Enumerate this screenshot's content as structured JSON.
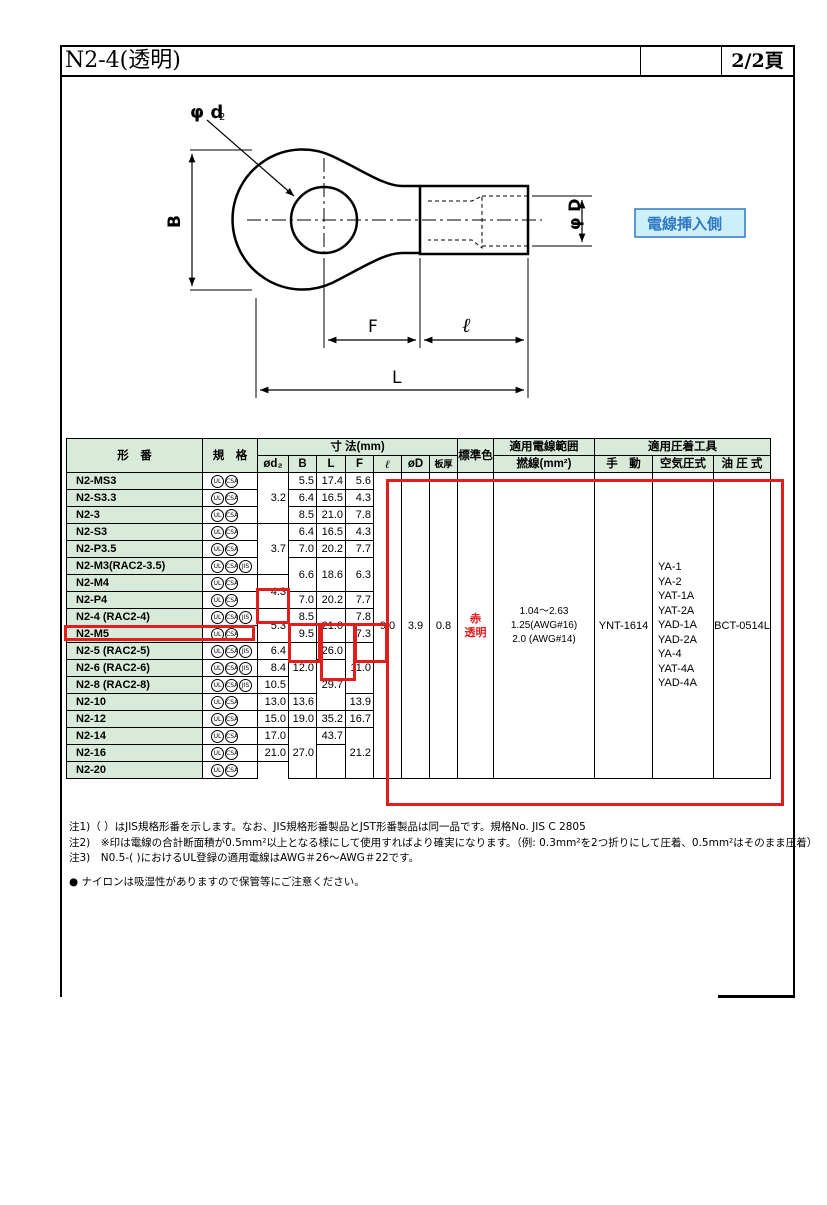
{
  "header": {
    "title": "N2-4(透明)",
    "page": "2/2頁"
  },
  "diagram": {
    "label_d2": "φ d",
    "label_d2_sub": "2",
    "label_B": "B",
    "label_D": "φ D",
    "label_F": "F",
    "label_l": "ℓ",
    "label_L": "L",
    "badge": "電線挿入側",
    "badge_color": "#2e78c4",
    "badge_bg": "#cdeefb"
  },
  "table": {
    "head": {
      "model": "形　番",
      "standard": "規　格",
      "dimensions": "寸 法(mm)",
      "d2": "ød₂",
      "B": "B",
      "L": "L",
      "F": "F",
      "l": "ℓ",
      "D": "øD",
      "thickness": "板厚",
      "color": "標準色",
      "wire": "適用電線範囲",
      "wire_sub": "撚線(mm²)",
      "tools": "適用圧着工具",
      "manual": "手　動",
      "air": "空気圧式",
      "hydraulic": "油 圧 式"
    },
    "rows": [
      {
        "model": "N2-MS3",
        "std": [
          "UL",
          "CSA"
        ]
      },
      {
        "model": "N2-S3.3",
        "std": [
          "UL",
          "CSA"
        ]
      },
      {
        "model": "N2-3",
        "std": [
          "UL",
          "CSA"
        ]
      },
      {
        "model": "N2-S3",
        "std": [
          "UL",
          "CSA"
        ]
      },
      {
        "model": "N2-P3.5",
        "std": [
          "UL",
          "CSA"
        ]
      },
      {
        "model": "N2-M3(RAC2-3.5)",
        "std": [
          "UL",
          "CSA",
          "JIS"
        ]
      },
      {
        "model": "N2-M4",
        "std": [
          "UL",
          "CSA"
        ]
      },
      {
        "model": "N2-P4",
        "std": [
          "UL",
          "CSA"
        ]
      },
      {
        "model": "N2-4 (RAC2-4)",
        "std": [
          "UL",
          "CSA",
          "JIS"
        ]
      },
      {
        "model": "N2-M5",
        "std": [
          "UL",
          "CSA"
        ]
      },
      {
        "model": "N2-5 (RAC2-5)",
        "std": [
          "UL",
          "CSA",
          "JIS"
        ]
      },
      {
        "model": "N2-6 (RAC2-6)",
        "std": [
          "UL",
          "CSA",
          "JIS"
        ]
      },
      {
        "model": "N2-8 (RAC2-8)",
        "std": [
          "UL",
          "CSA",
          "JIS"
        ]
      },
      {
        "model": "N2-10",
        "std": [
          "UL",
          "CSA"
        ]
      },
      {
        "model": "N2-12",
        "std": [
          "UL",
          "CSA"
        ]
      },
      {
        "model": "N2-14",
        "std": [
          "UL",
          "CSA"
        ]
      },
      {
        "model": "N2-16",
        "std": [
          "UL",
          "CSA"
        ]
      },
      {
        "model": "N2-20",
        "std": [
          "UL",
          "CSA"
        ]
      }
    ],
    "d2": [
      "3.2",
      "3.7",
      "4.3",
      "5.3",
      "6.4",
      "8.4",
      "10.5",
      "13.0",
      "15.0",
      "17.0",
      "21.0"
    ],
    "B": [
      "5.5",
      "6.4",
      "8.5",
      "6.4",
      "7.0",
      "6.6",
      "7.0",
      "8.5",
      "9.5",
      "12.0",
      "13.6",
      "19.0",
      "27.0"
    ],
    "L": [
      "17.4",
      "16.5",
      "21.0",
      "16.5",
      "20.2",
      "18.6",
      "20.2",
      "21.0",
      "26.0",
      "29.7",
      "35.2",
      "43.7"
    ],
    "F": [
      "5.6",
      "4.3",
      "7.8",
      "4.3",
      "7.7",
      "6.3",
      "7.7",
      "7.8",
      "7.3",
      "11.0",
      "13.9",
      "16.7",
      "21.2"
    ],
    "l": "9.0",
    "D": "3.9",
    "thickness": "0.8",
    "color_old": "赤",
    "color_new": "透明",
    "wire_range": "1.04～2.63",
    "wire_awg16": "1.25(AWG#16)",
    "wire_awg14": "2.0 (AWG#14)",
    "manual": "YNT-1614",
    "air": [
      "YA-1",
      "YA-2",
      "YAT-1A",
      "YAT-2A",
      "YAD-1A",
      "YAD-2A",
      "YA-4",
      "YAT-4A",
      "YAD-4A"
    ],
    "hydraulic": "BCT-0514L",
    "highlight_color": "#e31c1c",
    "header_bg": "#d8ead9"
  },
  "notes": [
    "注1)（ ）はJIS規格形番を示します。なお、JIS規格形番製品とJST形番製品は同一品です。規格No. JIS C 2805",
    "注2)　※印は電線の合計断面積が0.5mm²以上となる様にして使用すればより確実になります。（例: 0.3mm²を2つ折りにして圧着、0.5mm²はそのまま圧着）",
    "注3)　N0.5-( )におけるUL登録の適用電線はAWG＃26～AWG＃22です。",
    "● ナイロンは吸湿性がありますので保管等にご注意ください。"
  ]
}
